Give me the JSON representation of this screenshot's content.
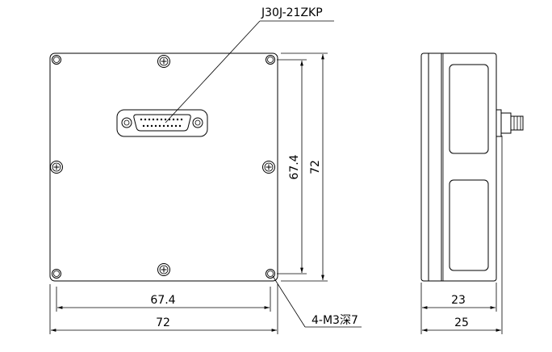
{
  "labels": {
    "connector": "J30J-21ZKP",
    "holes": "4-M3深7",
    "front_width_inner": "67.4",
    "front_width_outer": "72",
    "front_height_inner": "67.4",
    "front_height_outer": "72",
    "side_depth_inner": "23",
    "side_depth_outer": "25"
  },
  "colors": {
    "line": "#000000",
    "background": "#ffffff"
  }
}
